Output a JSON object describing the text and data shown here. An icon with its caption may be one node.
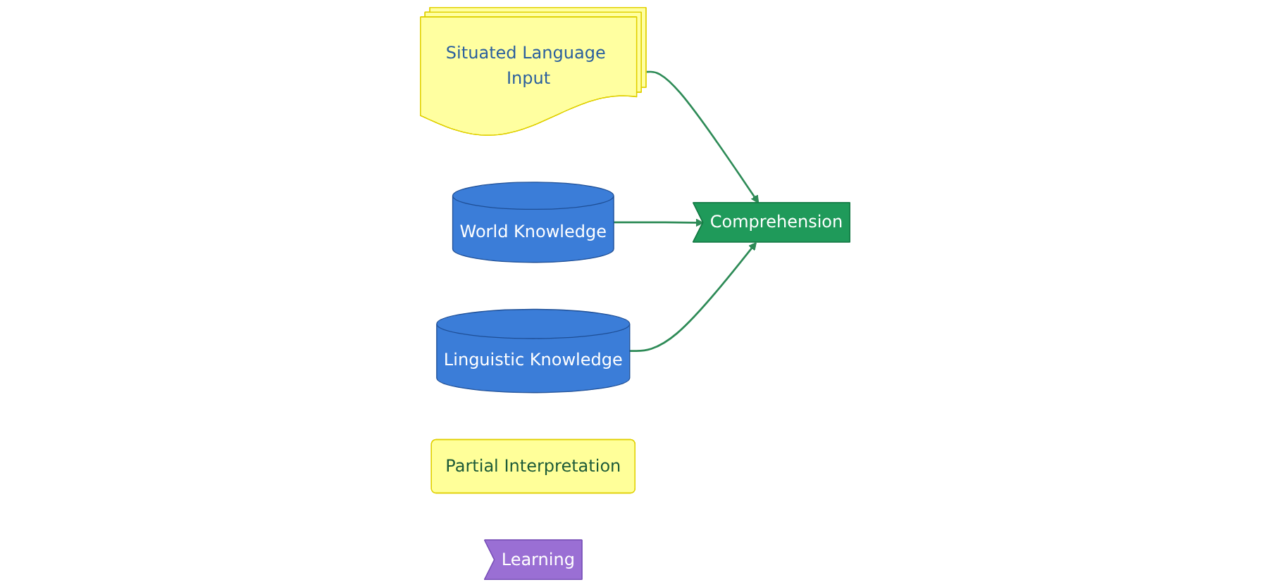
{
  "diagram": {
    "nodes": [
      {
        "text": [
          "Situated Language Input"
        ]
      },
      {
        "text": [
          "World Knowledge"
        ]
      },
      {
        "text": [
          "Linguistic Knowledge"
        ]
      },
      {
        "text": [
          "Comprehension"
        ]
      },
      {
        "text": [
          "Partial Interpretation"
        ]
      },
      {
        "text": [
          "Learning"
        ]
      }
    ],
    "edges": [
      {
        "from": 0,
        "to": 3,
        "arrow": "to"
      },
      {
        "from": 1,
        "to": 3,
        "arrow": "to"
      },
      {
        "from": 2,
        "to": 3,
        "arrow": "to"
      }
    ]
  }
}
